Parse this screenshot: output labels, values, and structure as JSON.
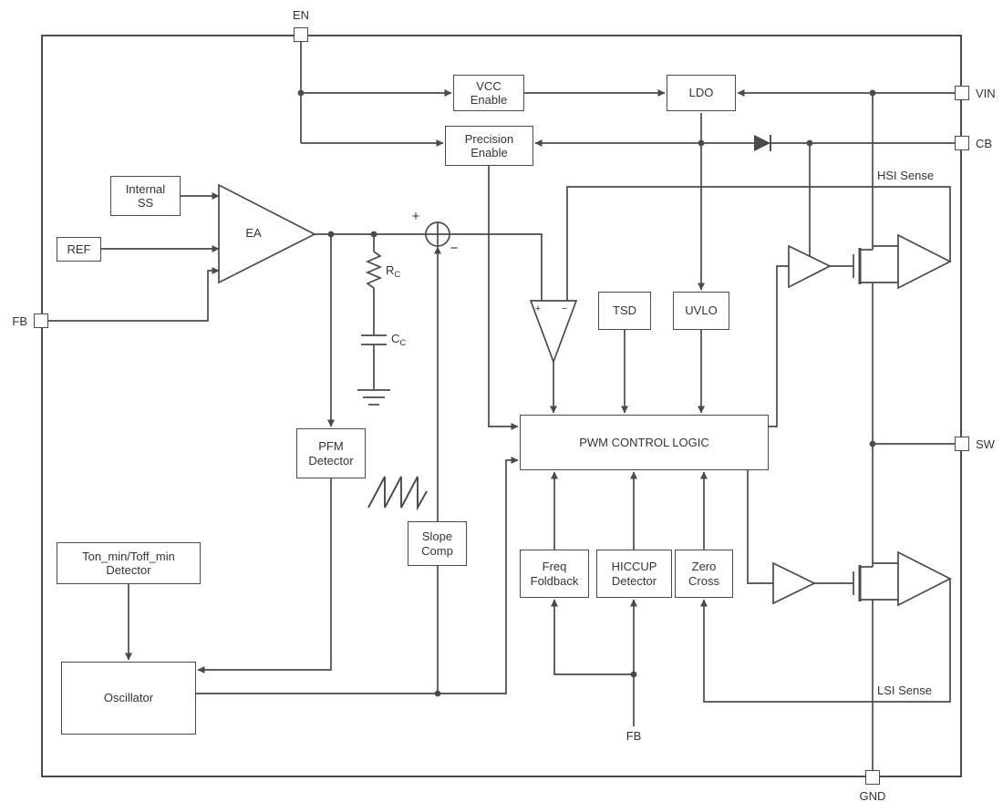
{
  "pins": {
    "en": "EN",
    "vin": "VIN",
    "cb": "CB",
    "sw": "SW",
    "gnd": "GND",
    "fb_left": "FB",
    "fb_bottom": "FB"
  },
  "blocks": {
    "vcc_enable": "VCC Enable",
    "ldo": "LDO",
    "precision_enable": "Precision Enable",
    "internal_ss": "Internal SS",
    "ref": "REF",
    "tsd": "TSD",
    "uvlo": "UVLO",
    "pwm_control_logic": "PWM CONTROL LOGIC",
    "pfm_detector": "PFM Detector",
    "slope_comp": "Slope Comp",
    "freq_foldback": "Freq Foldback",
    "hiccup_detector": "HICCUP Detector",
    "zero_cross": "Zero Cross",
    "ton_toff_detector_line1": "Ton_min/Toff_min",
    "ton_toff_detector_line2": "Detector",
    "oscillator": "Oscillator"
  },
  "amplifiers": {
    "error_amp": "EA"
  },
  "net_labels": {
    "hsi_sense": "HSI Sense",
    "lsi_sense": "LSI Sense"
  },
  "passives": {
    "rc_name": "R",
    "rc_sub": "C",
    "cc_name": "C",
    "cc_sub": "C"
  },
  "symbols": {
    "sum_plus": "+",
    "sum_minus": "−",
    "comp_plus": "+",
    "comp_minus": "−"
  },
  "colors": {
    "line": "#4a4a4a",
    "text": "#333333",
    "background": "#ffffff"
  }
}
